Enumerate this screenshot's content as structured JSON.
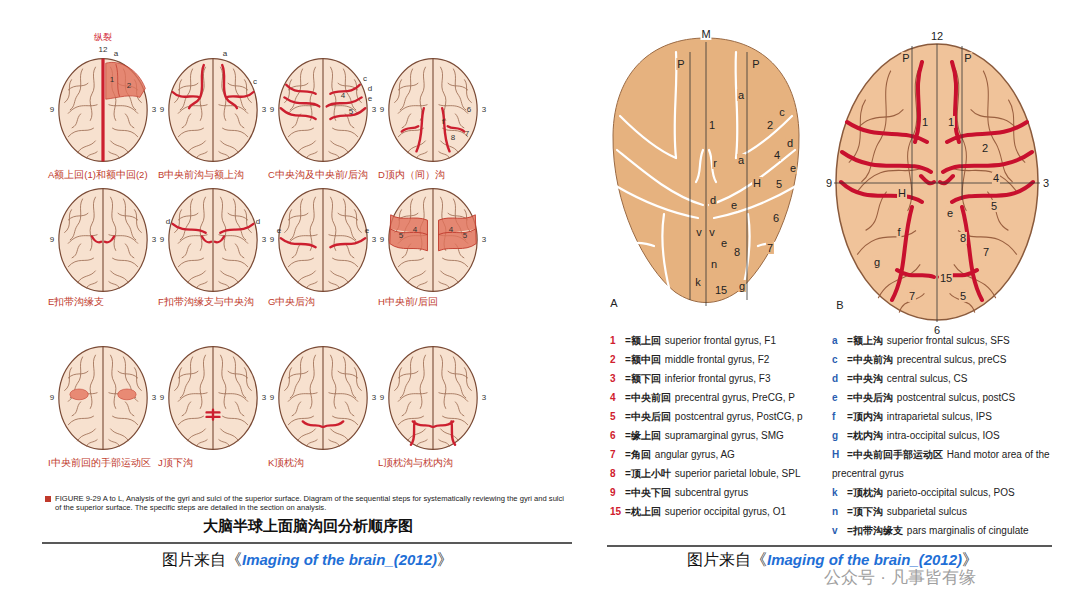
{
  "diagram": {
    "title": "大脑半球上面脑沟回分析顺序图",
    "caption": "FIGURE 9-29 A to L, Analysis of the gyri and sulci of the superior surface. Diagram of the sequential steps for systematically reviewing the gyri and sulci of the superior surface. The specific steps are detailed in the section on analysis.",
    "labels": [
      "纵裂",
      "12",
      "a",
      "1",
      "2",
      "9",
      "3",
      "A额上回(1)和额中回(2)",
      "a",
      "c",
      "9",
      "3",
      "B中央前沟与额上沟",
      "c",
      "d",
      "e",
      "4",
      "5",
      "9",
      "3",
      "C中央沟及中央前/后沟",
      "f",
      "8",
      "6",
      "7",
      "9",
      "3",
      "D顶内（间）沟",
      "9",
      "3",
      "E扣带沟缘支",
      "d",
      "d",
      "9",
      "3",
      "F扣带沟缘支与中央沟",
      "e",
      "e",
      "9",
      "3",
      "G中央后沟",
      "4",
      "5",
      "4",
      "5",
      "9",
      "3",
      "H中央前/后回",
      "9",
      "3",
      "I中央前回的手部运动区",
      "9",
      "3",
      "J顶下沟",
      "9",
      "3",
      "K顶枕沟",
      "9",
      "3",
      "L顶枕沟与枕内沟",
      "M",
      "P",
      "P",
      "a",
      "a",
      "1",
      "2",
      "c",
      "4",
      "d",
      "H",
      "5",
      "e",
      "r",
      "d",
      "e",
      "6",
      "v",
      "v",
      "e",
      "8",
      "7",
      "n",
      "k",
      "15",
      "g",
      "A",
      "12",
      "P",
      "P",
      "9",
      "3",
      "1",
      "1",
      "2",
      "4",
      "H",
      "5",
      "f",
      "e",
      "8",
      "7",
      "g",
      "15",
      "7",
      "5",
      "6",
      "B",
      "1",
      "=额上回",
      "superior frontal gyrus, F1",
      "2",
      "=额中回",
      "middle frontal gyrus, F2",
      "3",
      "=额下回",
      "inferior frontal gyrus, F3",
      "4",
      "=中央前回",
      "precentral gyrus, PreCG, P",
      "5",
      "=中央后回",
      "postcentral gyrus, PostCG, p",
      "6",
      "=缘上回",
      "supramarginal gyrus, SMG",
      "7",
      "=角回",
      "angular gyrus, AG",
      "8",
      "=顶上小叶",
      "superior parietal lobule, SPL",
      "9",
      "=中央下回",
      "subcentral gyrus",
      "15",
      "=枕上回",
      "superior occipital gyrus, O1",
      "a",
      "=额上沟",
      "superior frontal sulcus, SFS",
      "c",
      "=中央前沟",
      "precentral sulcus, preCS",
      "d",
      "=中央沟",
      "central sulcus, CS",
      "e",
      "=中央后沟",
      "postcentral sulcus, postCS",
      "f",
      "=顶内沟",
      "intraparietal sulcus, IPS",
      "g",
      "=枕内沟",
      "intra-occipital sulcus, IOS",
      "H",
      "=中央前回手部运动区",
      "Hand motor area of the precentral gyrus",
      "k",
      "=顶枕沟",
      "parieto-occipital sulcus, POS",
      "n",
      "=顶下沟",
      "subparietal sulcus",
      "v",
      "=扣带沟缘支",
      "pars marginalis of cingulate",
      "图片来自《",
      "Imaging of the brain_(2012)",
      "》",
      "图片来自《",
      "Imaging of the brain_(2012)",
      "》",
      "公众号 · 凡事皆有缘"
    ]
  }
}
